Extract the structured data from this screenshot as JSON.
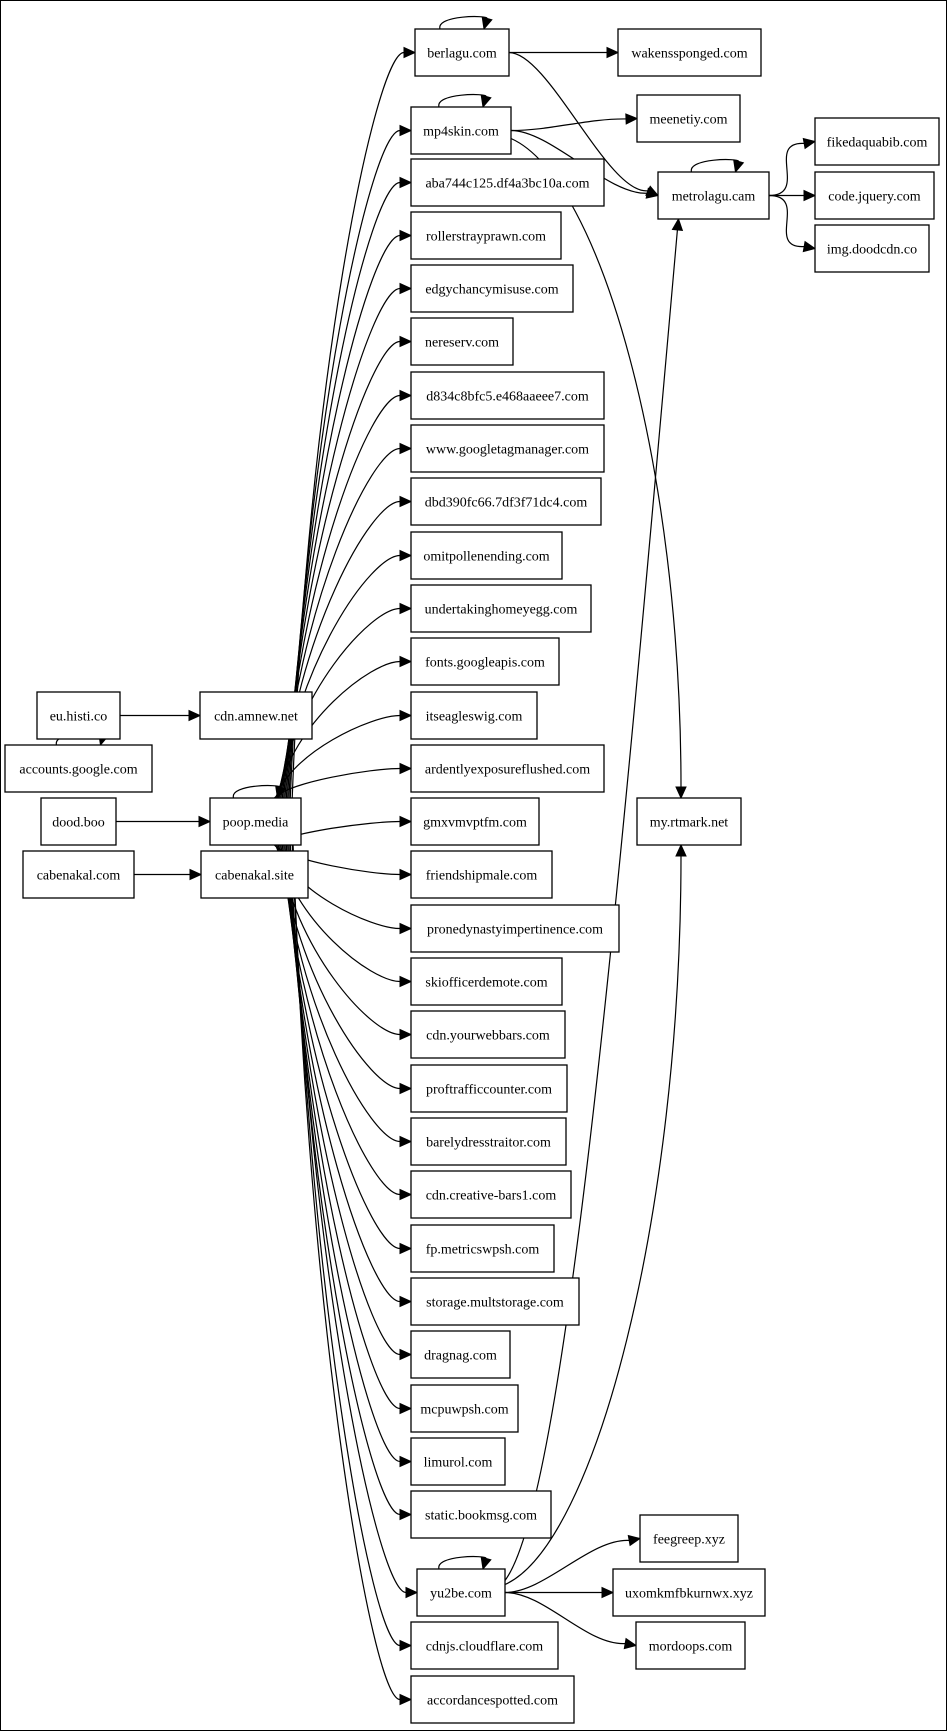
{
  "nodes": [
    {
      "id": "berlagu",
      "label": "berlagu.com"
    },
    {
      "id": "wakens",
      "label": "wakenssponged.com"
    },
    {
      "id": "mp4skin",
      "label": "mp4skin.com"
    },
    {
      "id": "meenetiy",
      "label": "meenetiy.com"
    },
    {
      "id": "fikeda",
      "label": "fikedaquabib.com"
    },
    {
      "id": "metrolagu",
      "label": "metrolagu.cam"
    },
    {
      "id": "jquery",
      "label": "code.jquery.com"
    },
    {
      "id": "doodcdn",
      "label": "img.doodcdn.co"
    },
    {
      "id": "aba744",
      "label": "aba744c125.df4a3bc10a.com"
    },
    {
      "id": "roller",
      "label": "rollerstrayprawn.com"
    },
    {
      "id": "edgy",
      "label": "edgychancymisuse.com"
    },
    {
      "id": "nereserv",
      "label": "nereserv.com"
    },
    {
      "id": "d834",
      "label": "d834c8bfc5.e468aaeee7.com"
    },
    {
      "id": "gtm",
      "label": "www.googletagmanager.com"
    },
    {
      "id": "dbd390",
      "label": "dbd390fc66.7df3f71dc4.com"
    },
    {
      "id": "omit",
      "label": "omitpollenending.com"
    },
    {
      "id": "undert",
      "label": "undertakinghomeyegg.com"
    },
    {
      "id": "gfonts",
      "label": "fonts.googleapis.com"
    },
    {
      "id": "itseagle",
      "label": "itseagleswig.com"
    },
    {
      "id": "histi",
      "label": "eu.histi.co"
    },
    {
      "id": "amnew",
      "label": "cdn.amnew.net"
    },
    {
      "id": "ardent",
      "label": "ardentlyexposureflushed.com"
    },
    {
      "id": "accounts",
      "label": "accounts.google.com"
    },
    {
      "id": "gmx",
      "label": "gmxvmvptfm.com"
    },
    {
      "id": "doodboo",
      "label": "dood.boo"
    },
    {
      "id": "poop",
      "label": "poop.media"
    },
    {
      "id": "friend",
      "label": "friendshipmale.com"
    },
    {
      "id": "rtmark",
      "label": "my.rtmark.net"
    },
    {
      "id": "cabcom",
      "label": "cabenakal.com"
    },
    {
      "id": "cabsite",
      "label": "cabenakal.site"
    },
    {
      "id": "prone",
      "label": "pronedynastyimpertinence.com"
    },
    {
      "id": "skiof",
      "label": "skiofficerdemote.com"
    },
    {
      "id": "yourweb",
      "label": "cdn.yourwebbars.com"
    },
    {
      "id": "proftraf",
      "label": "proftrafficcounter.com"
    },
    {
      "id": "barely",
      "label": "barelydresstraitor.com"
    },
    {
      "id": "creative",
      "label": "cdn.creative-bars1.com"
    },
    {
      "id": "fpmet",
      "label": "fp.metricswpsh.com"
    },
    {
      "id": "storage",
      "label": "storage.multstorage.com"
    },
    {
      "id": "dragnag",
      "label": "dragnag.com"
    },
    {
      "id": "mcpu",
      "label": "mcpuwpsh.com"
    },
    {
      "id": "limurol",
      "label": "limurol.com"
    },
    {
      "id": "bookmsg",
      "label": "static.bookmsg.com"
    },
    {
      "id": "feegreep",
      "label": "feegreep.xyz"
    },
    {
      "id": "yu2be",
      "label": "yu2be.com"
    },
    {
      "id": "uxomk",
      "label": "uxomkmfbkurnwx.xyz"
    },
    {
      "id": "cdnjs",
      "label": "cdnjs.cloudflare.com"
    },
    {
      "id": "mordoops",
      "label": "mordoops.com"
    },
    {
      "id": "accord",
      "label": "accordancespotted.com"
    }
  ],
  "edges": [
    [
      "berlagu",
      "berlagu"
    ],
    [
      "berlagu",
      "wakens"
    ],
    [
      "berlagu",
      "metrolagu"
    ],
    [
      "mp4skin",
      "mp4skin"
    ],
    [
      "mp4skin",
      "meenetiy"
    ],
    [
      "mp4skin",
      "metrolagu"
    ],
    [
      "mp4skin",
      "rtmark"
    ],
    [
      "metrolagu",
      "metrolagu"
    ],
    [
      "metrolagu",
      "fikeda"
    ],
    [
      "metrolagu",
      "jquery"
    ],
    [
      "metrolagu",
      "doodcdn"
    ],
    [
      "histi",
      "amnew"
    ],
    [
      "accounts",
      "accounts"
    ],
    [
      "doodboo",
      "poop"
    ],
    [
      "cabcom",
      "cabsite"
    ],
    [
      "poop",
      "poop"
    ],
    [
      "poop",
      "berlagu"
    ],
    [
      "poop",
      "mp4skin"
    ],
    [
      "poop",
      "aba744"
    ],
    [
      "poop",
      "roller"
    ],
    [
      "poop",
      "edgy"
    ],
    [
      "poop",
      "nereserv"
    ],
    [
      "poop",
      "d834"
    ],
    [
      "poop",
      "gtm"
    ],
    [
      "poop",
      "dbd390"
    ],
    [
      "poop",
      "omit"
    ],
    [
      "poop",
      "undert"
    ],
    [
      "poop",
      "gfonts"
    ],
    [
      "poop",
      "itseagle"
    ],
    [
      "poop",
      "ardent"
    ],
    [
      "poop",
      "gmx"
    ],
    [
      "poop",
      "friend"
    ],
    [
      "poop",
      "prone"
    ],
    [
      "poop",
      "skiof"
    ],
    [
      "poop",
      "yourweb"
    ],
    [
      "poop",
      "proftraf"
    ],
    [
      "poop",
      "barely"
    ],
    [
      "poop",
      "creative"
    ],
    [
      "poop",
      "fpmet"
    ],
    [
      "poop",
      "storage"
    ],
    [
      "poop",
      "dragnag"
    ],
    [
      "poop",
      "mcpu"
    ],
    [
      "poop",
      "limurol"
    ],
    [
      "poop",
      "bookmsg"
    ],
    [
      "poop",
      "yu2be"
    ],
    [
      "poop",
      "cdnjs"
    ],
    [
      "poop",
      "accord"
    ],
    [
      "yu2be",
      "yu2be"
    ],
    [
      "yu2be",
      "feegreep"
    ],
    [
      "yu2be",
      "uxomk"
    ],
    [
      "yu2be",
      "mordoops"
    ],
    [
      "yu2be",
      "metrolagu"
    ],
    [
      "yu2be",
      "rtmark"
    ]
  ]
}
